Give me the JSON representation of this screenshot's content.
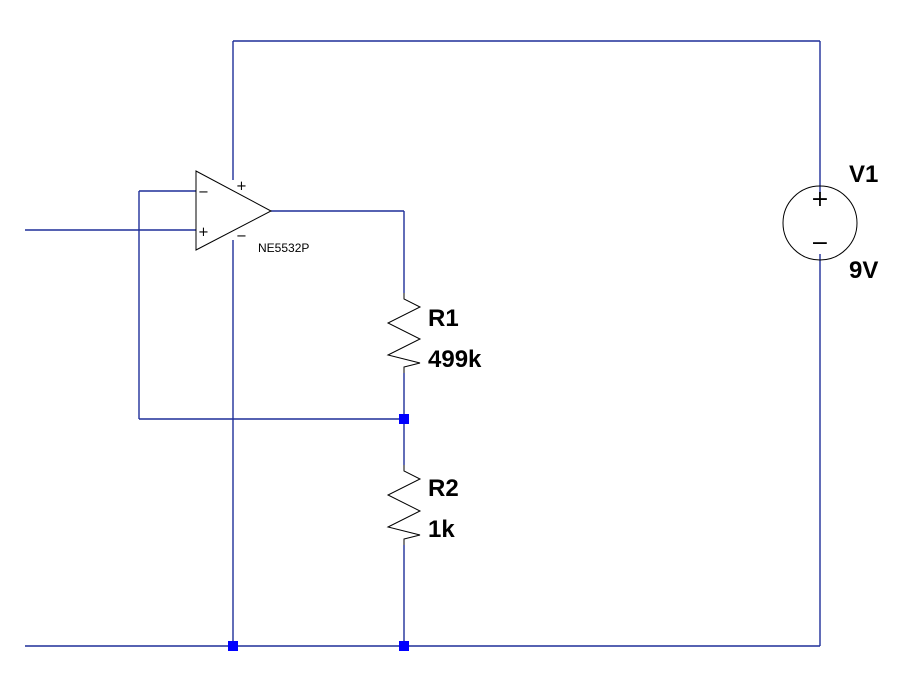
{
  "opamp": {
    "part": "NE5532P",
    "pin_in_inverting": "−",
    "pin_in_noninverting": "+",
    "pin_supply_positive": "+",
    "pin_supply_negative": "−"
  },
  "r1": {
    "name": "R1",
    "value": "499k"
  },
  "r2": {
    "name": "R2",
    "value": "1k"
  },
  "v1": {
    "name": "V1",
    "value": "9V",
    "terminal_positive": "+",
    "terminal_negative": "−"
  },
  "colors": {
    "wire": "#1f2f99",
    "symbol": "#000000",
    "junction": "#0000ff"
  }
}
